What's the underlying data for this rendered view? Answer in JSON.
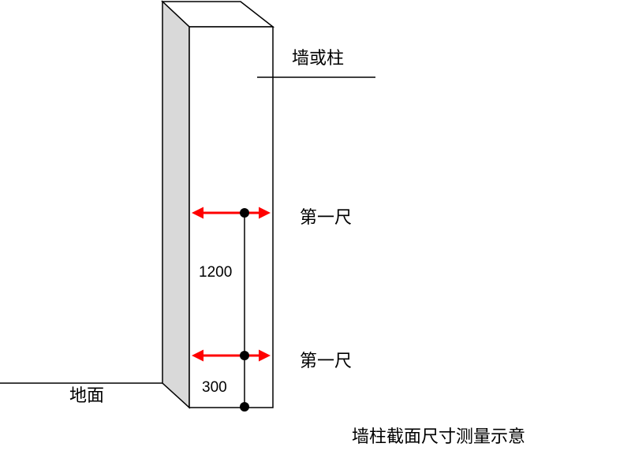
{
  "labels": {
    "wall": "墙或柱",
    "ground": "地面",
    "ruler_upper": "第一尺",
    "ruler_lower": "第一尺",
    "dim_upper": "1200",
    "dim_lower": "300",
    "caption": "墙柱截面尺寸测量示意"
  },
  "colors": {
    "arrow": "#ff0000",
    "column_side": "#d9d9d9",
    "column_face": "#ffffff",
    "line": "#000000"
  }
}
